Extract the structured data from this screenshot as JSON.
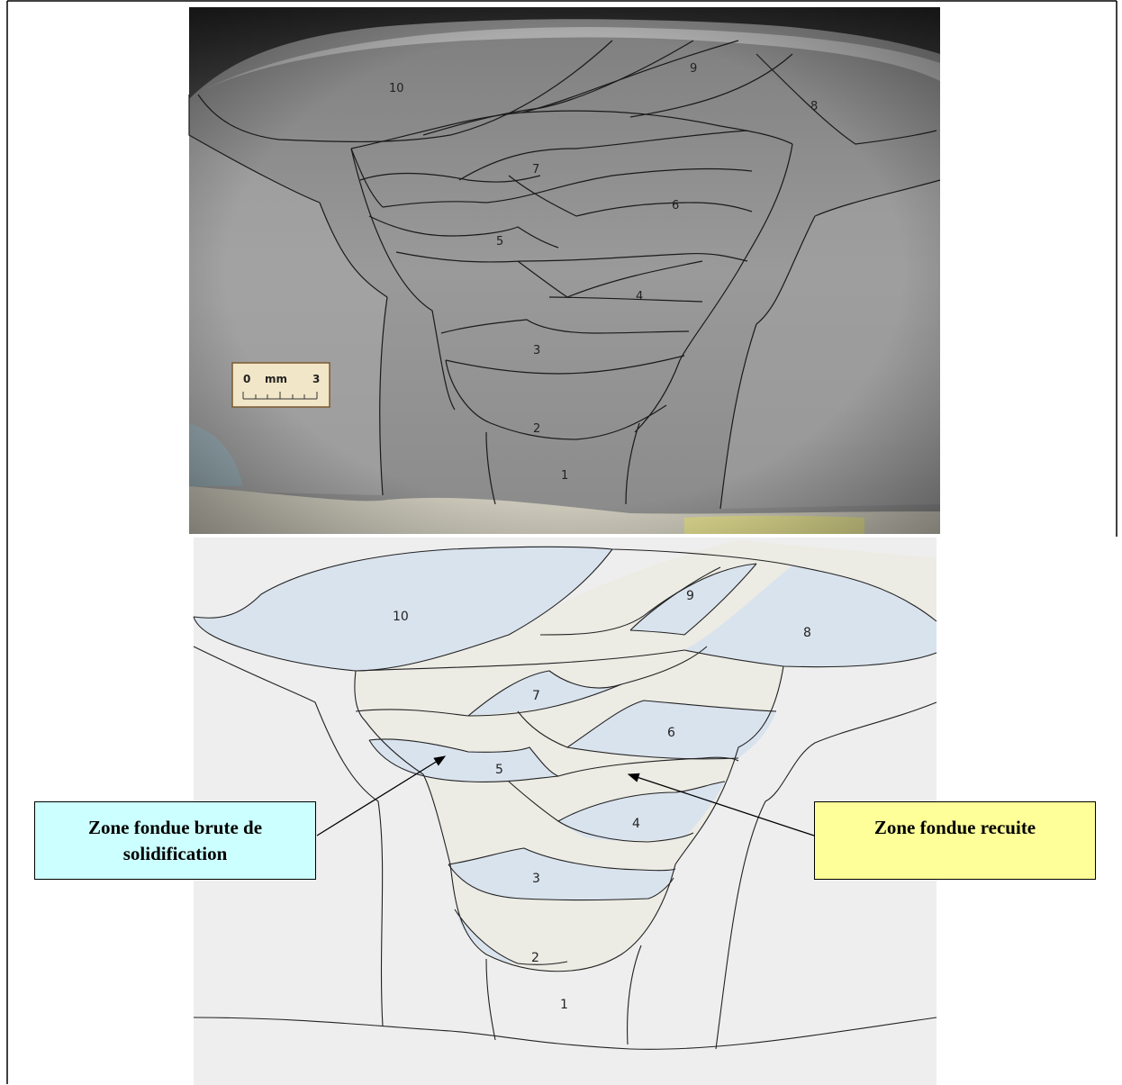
{
  "scale_bar": {
    "left": "0",
    "unit": "mm",
    "right": "3"
  },
  "photo_labels": [
    "10",
    "9",
    "8",
    "7",
    "6",
    "5",
    "4",
    "3",
    "2",
    "1"
  ],
  "schematic_labels": [
    "10",
    "9",
    "8",
    "7",
    "6",
    "5",
    "4",
    "3",
    "2",
    "1"
  ],
  "callouts": {
    "as_solidified": "Zone fondue brute de solidification",
    "reheated": "Zone fondue recuite"
  },
  "colors": {
    "as_solidified_zone": "#d9e3ee",
    "reheated_zone": "#ecebe4",
    "base_metal": "#eeeeee",
    "callout_cyan": "#ccffff",
    "callout_yellow": "#ffff99"
  }
}
